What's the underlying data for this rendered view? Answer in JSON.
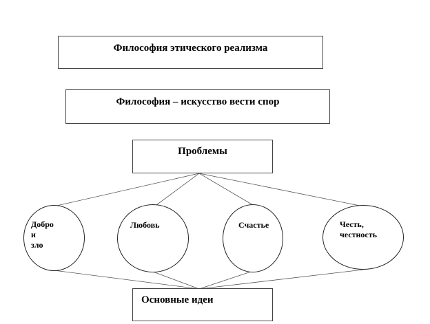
{
  "diagram": {
    "title_top": "Философия этического реализма",
    "title_second": "Философия – искусство вести спор",
    "problems_label": "Проблемы",
    "ideas_label": "Основные идеи",
    "topics": [
      {
        "label": "Добро\nи\nзло"
      },
      {
        "label": "Любовь"
      },
      {
        "label": "Счастье"
      },
      {
        "label": "Честь,\nчестность"
      }
    ]
  }
}
